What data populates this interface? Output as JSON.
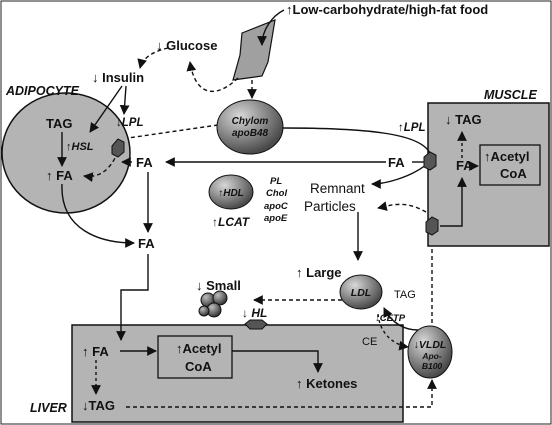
{
  "food": {
    "arrow": "↑",
    "label": "Low-carbohydrate/high-fat food"
  },
  "glucose": {
    "arrow": "↓",
    "label": "Glucose"
  },
  "insulin": {
    "arrow": "↓",
    "label": "Insulin"
  },
  "adipocyte": {
    "title": "ADIPOCYTE",
    "tag": "TAG",
    "hsl": "HSL",
    "fa_arrow": "↑",
    "fa": "FA"
  },
  "lpl_left": {
    "arrow": "↓",
    "label": "LPL"
  },
  "chylomicron": {
    "line1": "Chylom",
    "line2": "apoB48"
  },
  "lpl_right": {
    "arrow": "↑",
    "label": "LPL"
  },
  "fa_labels": {
    "center_top": "FA",
    "muscle_entry": "FA",
    "center_lower": "FA"
  },
  "muscle": {
    "title": "MUSCLE",
    "tag_arrow": "↓",
    "tag": "TAG",
    "fa": "FA",
    "acetyl_arrow": "↑",
    "acetyl": "Acetyl",
    "coa": "CoA"
  },
  "hdl": {
    "arrow": "↑",
    "label": "HDL"
  },
  "hdl_components": [
    "PL",
    "Chol",
    "apoC",
    "apoE"
  ],
  "lcat": {
    "arrow": "↑",
    "label": "LCAT"
  },
  "remnant": {
    "line1": "Remnant",
    "line2": "Particles"
  },
  "large": {
    "arrow": "↑",
    "label": "Large"
  },
  "ldl": {
    "label": "LDL"
  },
  "small": {
    "arrow": "↓",
    "label": "Small"
  },
  "tag_ldl": "TAG",
  "cetp": {
    "arrow": "↓",
    "label": "CETP"
  },
  "ce": "CE",
  "vldl": {
    "arrow": "↓",
    "line1": "VLDL",
    "line2": "Apo-",
    "line3": "B100"
  },
  "hl": {
    "arrow": "↓",
    "label": "HL"
  },
  "liver": {
    "title": "LIVER",
    "fa_arrow": "↑",
    "fa": "FA",
    "acetyl_arrow": "↑",
    "acetyl": "Acetyl",
    "coa": "CoA",
    "tag_arrow": "↓",
    "tag": "TAG"
  },
  "ketones": {
    "arrow": "↑",
    "label": "Ketones"
  },
  "colors": {
    "panel": "#b4b4b4",
    "particle": "#8a8a8a",
    "receptor": "#555555",
    "line": "#111111"
  }
}
